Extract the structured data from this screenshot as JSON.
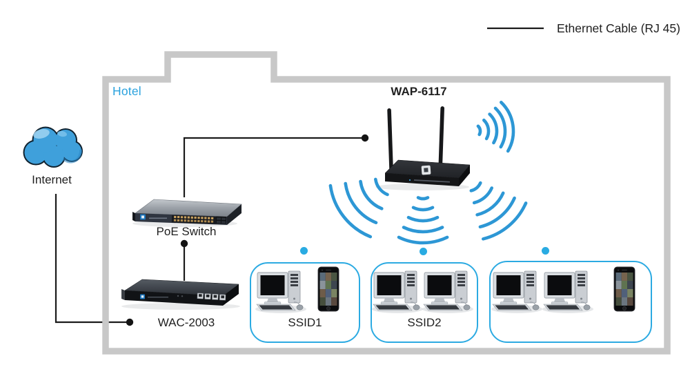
{
  "legend": {
    "ethernet_cable_label": "Ethernet Cable (RJ 45)"
  },
  "outside": {
    "internet_label": "Internet"
  },
  "hotel": {
    "label": "Hotel"
  },
  "devices": {
    "wap": {
      "model": "WAP-6117"
    },
    "poe_switch": {
      "label": "PoE Switch"
    },
    "wac": {
      "model": "WAC-2003"
    }
  },
  "connections": [
    {
      "from": "Internet",
      "to": "WAC-2003",
      "type": "ethernet"
    },
    {
      "from": "WAC-2003",
      "to": "PoE Switch",
      "type": "ethernet"
    },
    {
      "from": "PoE Switch",
      "to": "WAP-6117",
      "type": "ethernet"
    }
  ],
  "ssid_groups": [
    {
      "label": "SSID1",
      "clients": [
        "desktop-computer",
        "smartphone"
      ]
    },
    {
      "label": "SSID2",
      "clients": [
        "desktop-computer",
        "desktop-computer"
      ]
    },
    {
      "label": "",
      "clients": [
        "desktop-computer",
        "desktop-computer",
        "smartphone"
      ]
    }
  ],
  "colors": {
    "accent_blue": "#29ABE2",
    "wave_blue": "#2D97D5",
    "cloud_blue": "#3FA0DB",
    "wall_gray": "#C8C8C8",
    "line_black": "#1A1A1A"
  }
}
